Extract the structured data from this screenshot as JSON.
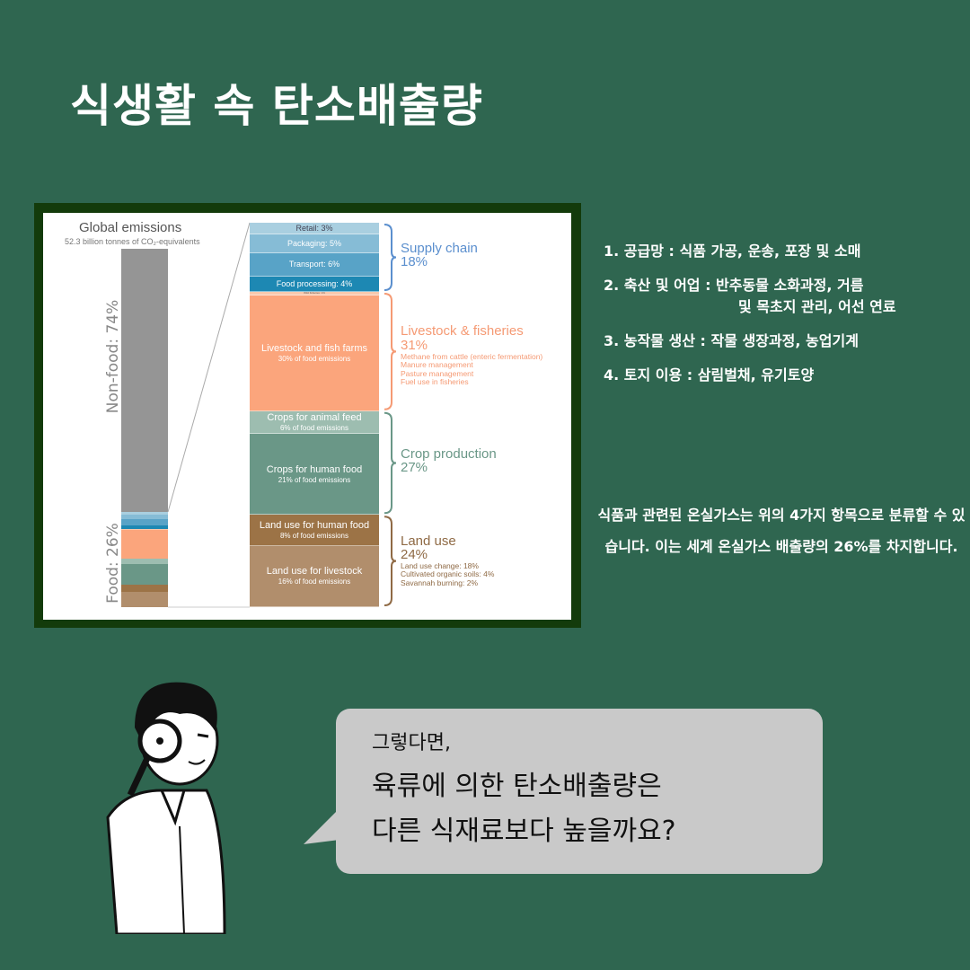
{
  "title": "식생활 속 탄소배출량",
  "chart": {
    "title": "Global emissions",
    "subtitle": "52.3 billion tonnes of CO₂-equivalents",
    "nonfood_label": "Non-food: 74%",
    "food_label": "Food: 26%",
    "segments": [
      {
        "label": "Retail: 3%",
        "sub": "",
        "value": 3,
        "color": "#a9cfe0"
      },
      {
        "label": "Packaging: 5%",
        "sub": "",
        "value": 5,
        "color": "#86bcd6"
      },
      {
        "label": "Transport: 6%",
        "sub": "",
        "value": 6,
        "color": "#58a3c7"
      },
      {
        "label": "Food processing: 4%",
        "sub": "",
        "value": 4,
        "color": "#1d88b3"
      },
      {
        "label": "Wild fisheries: 1%",
        "sub": "",
        "value": 1,
        "color": "#f8c9ad"
      },
      {
        "label": "Livestock and fish farms",
        "sub": "30% of food emissions",
        "value": 30,
        "color": "#fba57c"
      },
      {
        "label": "Crops for animal feed",
        "sub": "6% of food emissions",
        "value": 6,
        "color": "#9dbdb0"
      },
      {
        "label": "Crops for human food",
        "sub": "21% of food emissions",
        "value": 21,
        "color": "#6a9787"
      },
      {
        "label": "Land use for human food",
        "sub": "8% of food emissions",
        "value": 8,
        "color": "#9c7346"
      },
      {
        "label": "Land use for livestock",
        "sub": "16% of food emissions",
        "value": 16,
        "color": "#b18e6c"
      }
    ],
    "groups": [
      {
        "name": "Supply chain",
        "pct": "18%",
        "color": "#5b8fce",
        "details": []
      },
      {
        "name": "Livestock & fisheries",
        "pct": "31%",
        "color": "#f59a74",
        "details": [
          "Methane from cattle (enteric fermentation)",
          "Manure management",
          "Pasture management",
          "Fuel use in fisheries"
        ]
      },
      {
        "name": "Crop production",
        "pct": "27%",
        "color": "#6a9787",
        "details": []
      },
      {
        "name": "Land use",
        "pct": "24%",
        "color": "#8f6a45",
        "details": [
          "Land use change: 18%",
          "Cultivated organic soils: 4%",
          "Savannah burning: 2%"
        ]
      }
    ]
  },
  "notes": [
    "1. 공급망 : 식품 가공, 운송, 포장 및 소매",
    "2. 축산 및 어업 : 반추동물 소화과정, 거름",
    "및 목초지 관리, 어선 연료",
    "3. 농작물 생산 : 작물 생장과정, 농업기계",
    "4. 토지 이용 : 삼림벌채, 유기토양"
  ],
  "paragraph": "식품과 관련된 온실가스는 위의 4가지 항목으로 분류할 수 있습니다. 이는 세계 온실가스 배출량의 26%를 차지합니다.",
  "bubble": {
    "line1": "그렇다면,",
    "line2": "육류에 의한 탄소배출량은",
    "line3": "다른 식재료보다 높을까요?"
  }
}
